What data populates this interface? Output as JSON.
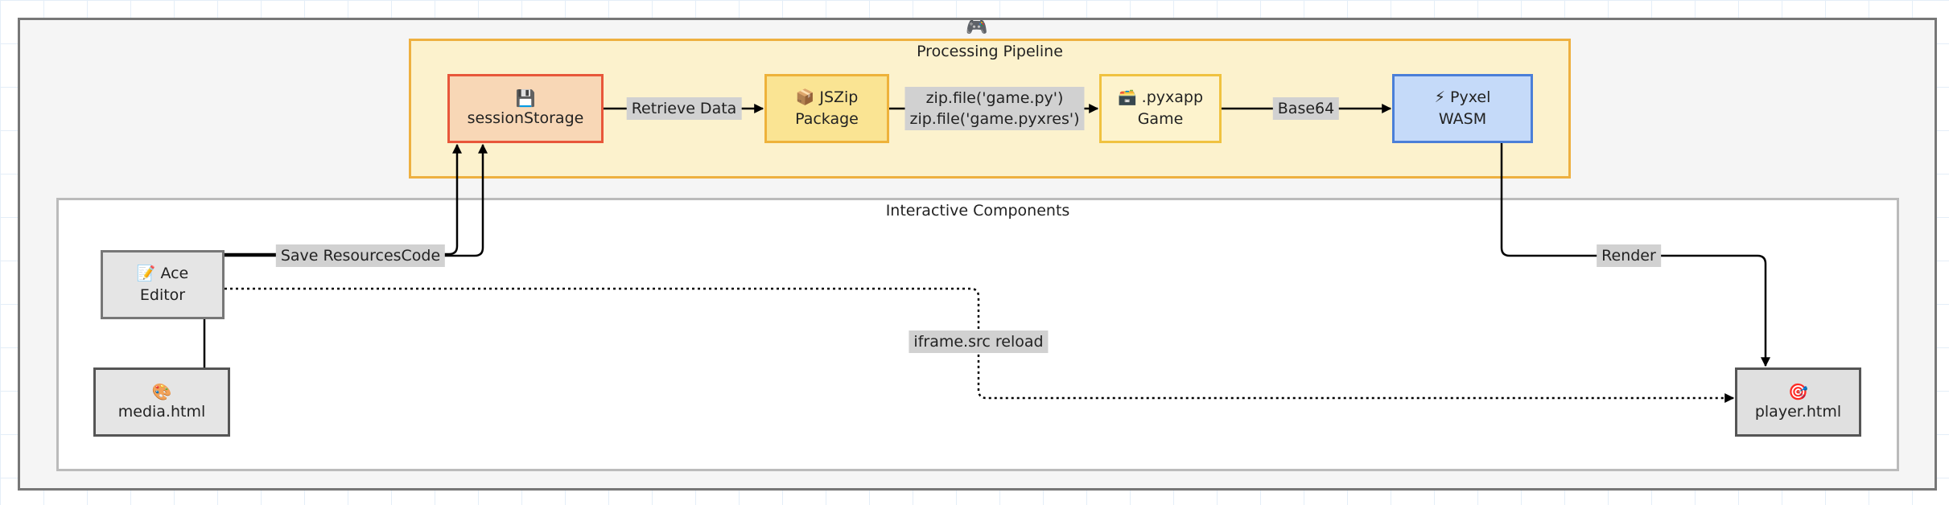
{
  "diagram": {
    "logo_icon": "🎮",
    "groups": {
      "pipeline": "Processing Pipeline",
      "interactive": "Interactive Components"
    },
    "nodes": {
      "session": {
        "icon": "💾",
        "label": "sessionStorage"
      },
      "jszip": {
        "line1": "📦 JSZip",
        "line2": "Package"
      },
      "pyxapp": {
        "line1": "🗃️ .pyxapp",
        "line2": "Game"
      },
      "pyxel": {
        "line1": "⚡ Pyxel",
        "line2": "WASM"
      },
      "ace": {
        "line1": "📝 Ace",
        "line2": "Editor"
      },
      "media": {
        "icon": "🎨",
        "label": "media.html"
      },
      "player": {
        "icon": "🎯",
        "label": "player.html"
      }
    },
    "edges": {
      "retrieve": "Retrieve Data",
      "zip_line1": "zip.file('game.py')",
      "zip_line2": "zip.file('game.pyxres')",
      "base64": "Base64",
      "render": "Render",
      "save": "Save ResourcesCode",
      "reload": "iframe.src reload"
    }
  }
}
